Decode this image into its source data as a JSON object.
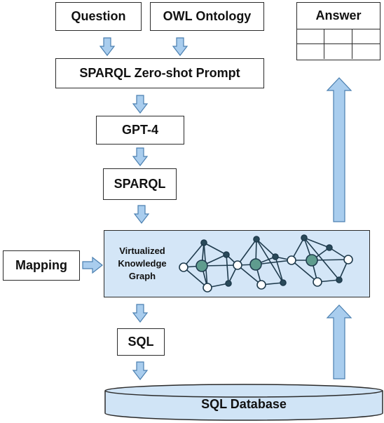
{
  "nodes": {
    "question": "Question",
    "owl_ontology": "OWL Ontology",
    "prompt": "SPARQL Zero-shot Prompt",
    "gpt4": "GPT-4",
    "sparql": "SPARQL",
    "mapping": "Mapping",
    "vkg_line1": "Virtualized",
    "vkg_line2": "Knowledge",
    "vkg_line3": "Graph",
    "sql": "SQL",
    "sql_database": "SQL Database",
    "answer": "Answer"
  },
  "colors": {
    "arrow_fill": "#a9cdee",
    "arrow_stroke": "#4a7fb0",
    "vkg_fill": "#d4e6f7",
    "node_teal": "#5f9c8e",
    "edge": "#1f3b4d",
    "db_fill": "#d0e4f6"
  }
}
